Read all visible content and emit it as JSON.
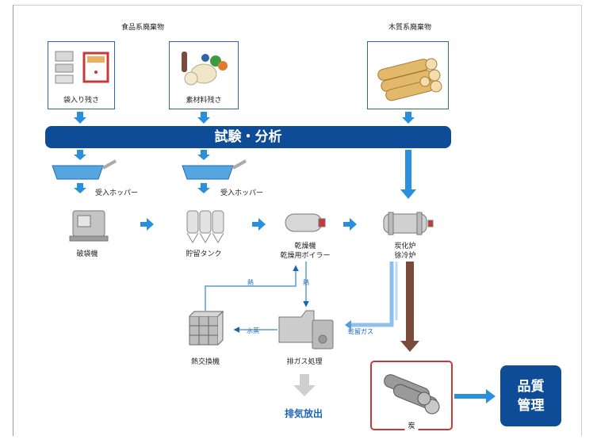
{
  "headers": {
    "food_waste": "食品系廃棄物",
    "wood_waste": "木質系廃棄物"
  },
  "sources": {
    "bagged_leftovers": "袋入り残さ",
    "raw_material_leftovers": "素材料残さ"
  },
  "band": {
    "test_analysis": "試験・分析"
  },
  "hopper": {
    "label": "受入ホッパー"
  },
  "equipment": {
    "bag_breaker": "破袋機",
    "storage_tank": "貯留タンク",
    "dryer_line1": "乾燥機",
    "dryer_line2": "乾燥用ボイラー",
    "carbonizer_line1": "炭化炉",
    "carbonizer_line2": "徐冷炉",
    "heat_exchanger": "熱交換機",
    "exhaust_treatment": "排ガス処理"
  },
  "flows": {
    "heat_a": "熱",
    "heat_b": "熱",
    "water_vapor": "水蒸",
    "dry_distillation_gas": "乾留ガス"
  },
  "outputs": {
    "exhaust": "排気放出",
    "charcoal": "炭",
    "quality_line1": "品質",
    "quality_line2": "管理"
  },
  "colors": {
    "navy": "#0f4c97",
    "arrow_blue": "#2a8fdc",
    "charcoal_red": "#c8393a",
    "brown_arrow": "#7a4a3a"
  }
}
